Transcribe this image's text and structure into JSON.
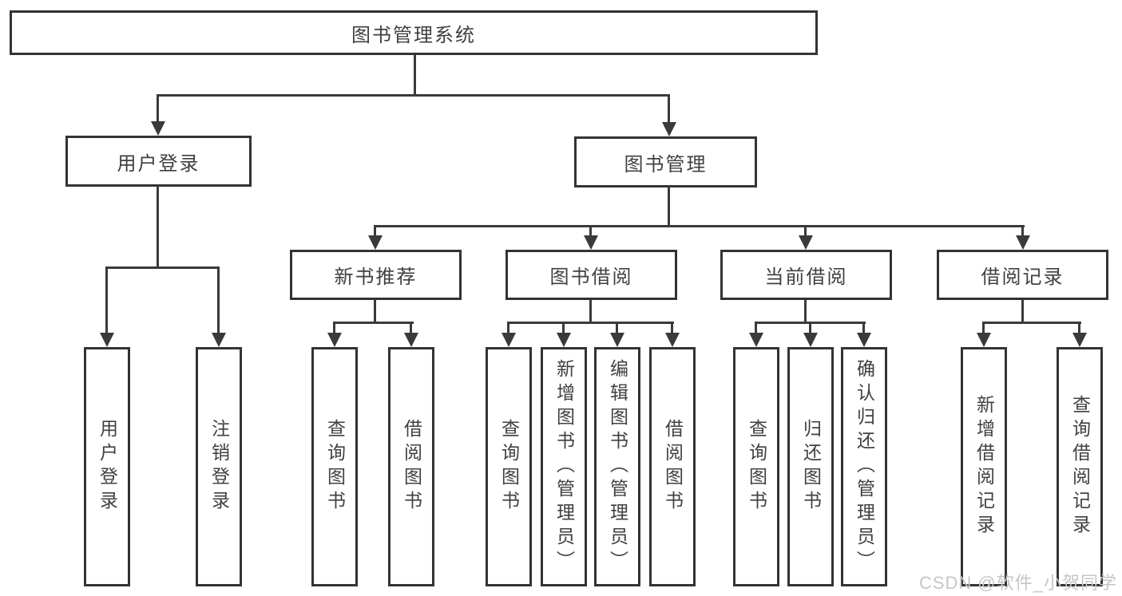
{
  "diagram": {
    "root": {
      "label": "图书管理系统"
    },
    "level2": [
      {
        "label": "用户登录"
      },
      {
        "label": "图书管理"
      }
    ],
    "level3": [
      {
        "label": "新书推荐"
      },
      {
        "label": "图书借阅"
      },
      {
        "label": "当前借阅"
      },
      {
        "label": "借阅记录"
      }
    ],
    "leaves": {
      "user_login": [
        "用户登录",
        "注销登录"
      ],
      "new_book": [
        "查询图书",
        "借阅图书"
      ],
      "book_borrow": [
        "查询图书",
        "新增图书（管理员）",
        "编辑图书（管理员）",
        "借阅图书"
      ],
      "current_borrow": [
        "查询图书",
        "归还图书",
        "确认归还（管理员）"
      ],
      "borrow_record": [
        "新增借阅记录",
        "查询借阅记录"
      ]
    },
    "colors": {
      "line": "#3a3a3a",
      "border": "#333333",
      "text": "#404040",
      "watermark": "#c6c6c6",
      "background": "#ffffff"
    }
  },
  "watermark": {
    "text": "CSDN @软件_小贺同学"
  }
}
